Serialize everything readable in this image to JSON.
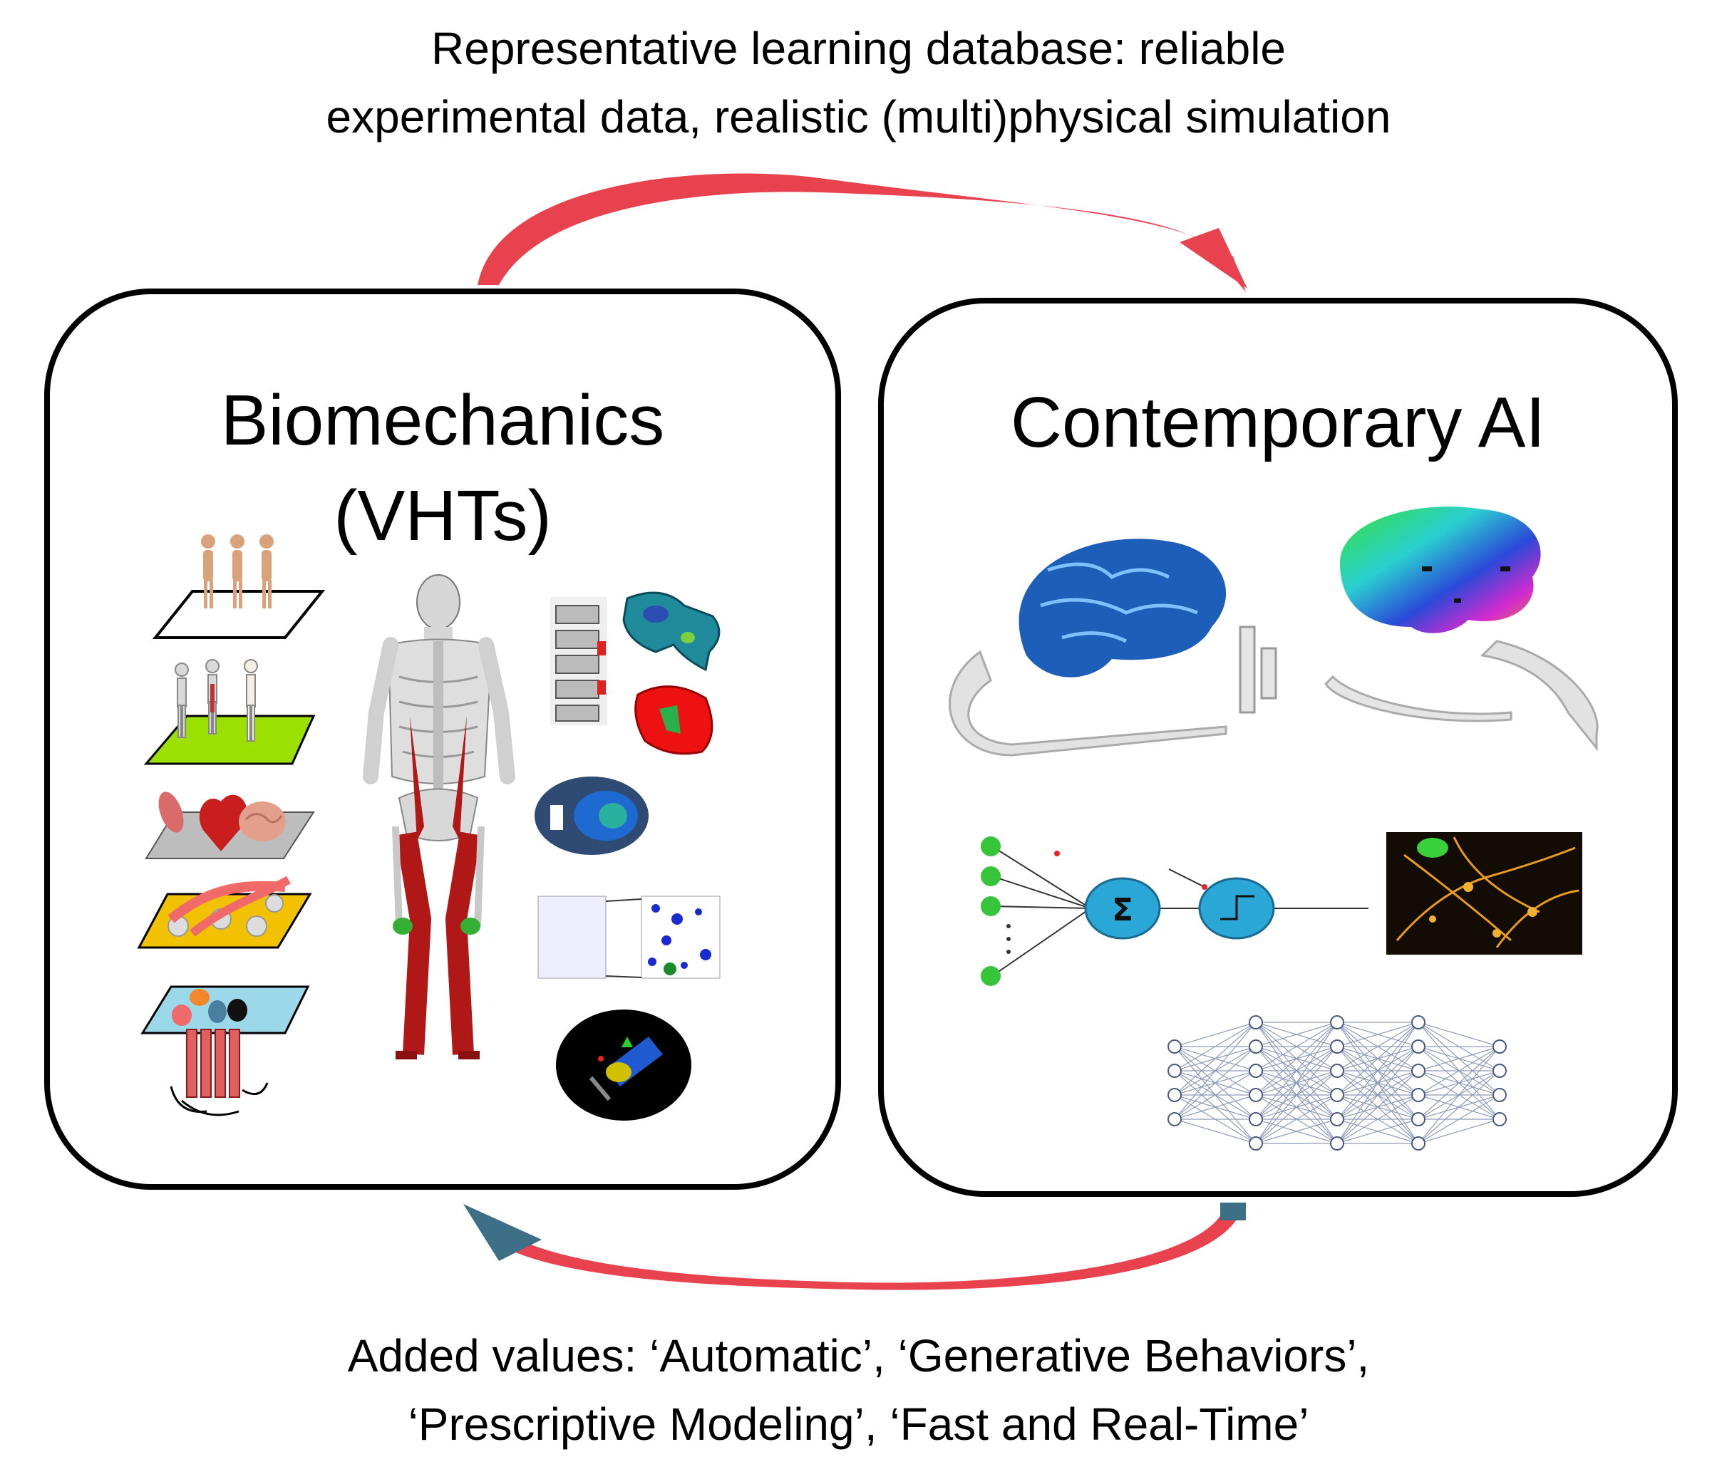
{
  "top_caption": {
    "line1": "Representative learning database: reliable",
    "line2": "experimental data, realistic (multi)physical simulation"
  },
  "bottom_caption": {
    "line1": "Added values: ‘Automatic’, ‘Generative Behaviors’,",
    "line2": "‘Prescriptive Modeling’, ‘Fast and Real-Time’"
  },
  "left_panel": {
    "title_line1": "Biomechanics",
    "title_line2": "(VHTs)"
  },
  "right_panel": {
    "title": "Contemporary AI"
  },
  "neuron": {
    "sum_symbol": "Σ"
  },
  "colors": {
    "arrow": "#e8424e",
    "arrow_head_bottom": "#3d6f86",
    "neuron_node": "#2aa7d6",
    "input_node": "#35c43a",
    "muscle": "#b01818",
    "floor_green": "#9be000",
    "floor_yellow": "#f2c200",
    "floor_cyan": "#9ad8ea",
    "floor_gray": "#bdbdbd"
  },
  "icons": [
    "skeleton-model-icon",
    "brain-icon",
    "neural-network-icon",
    "perceptron-icon",
    "neuron-image-icon"
  ]
}
